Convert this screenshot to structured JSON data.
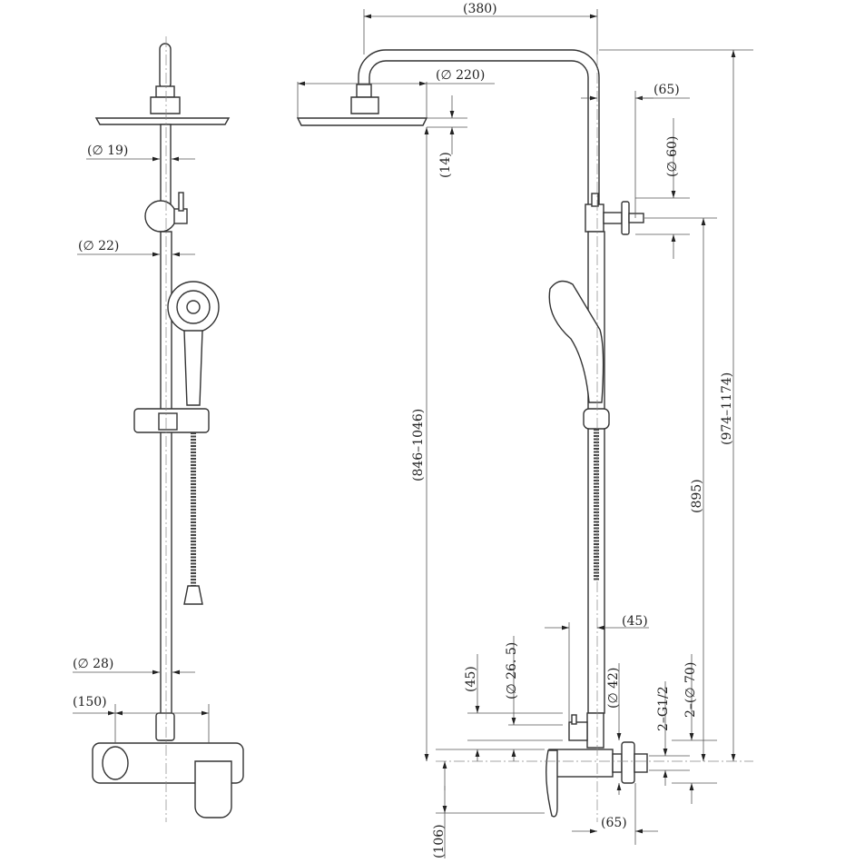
{
  "title": "Shower column technical drawing",
  "dimensions": {
    "arm_length": "(380)",
    "head_diameter": "(∅ 220)",
    "diverter_offset": "(65)",
    "diverter_diameter": "(∅ 60)",
    "head_thickness": "(14)",
    "upper_pipe_diameter": "(∅ 19)",
    "middle_pipe_diameter": "(∅ 22)",
    "head_height_range": "(846–1046)",
    "diverter_height": "(895)",
    "total_height_range": "(974–1174)",
    "pipe_offset": "(45)",
    "mixer_height": "(45)",
    "mixer_pipe_diameter": "(∅ 26. 5)",
    "lower_pipe_diameter_side": "(∅ 42)",
    "inlet_thread": "2–G1/2",
    "flange_diameter": "2–(∅ 70)",
    "lower_pipe_diameter": "(∅ 28)",
    "inlet_spacing": "(150)",
    "handle_drop": "(106)",
    "wall_offset": "(65)"
  }
}
